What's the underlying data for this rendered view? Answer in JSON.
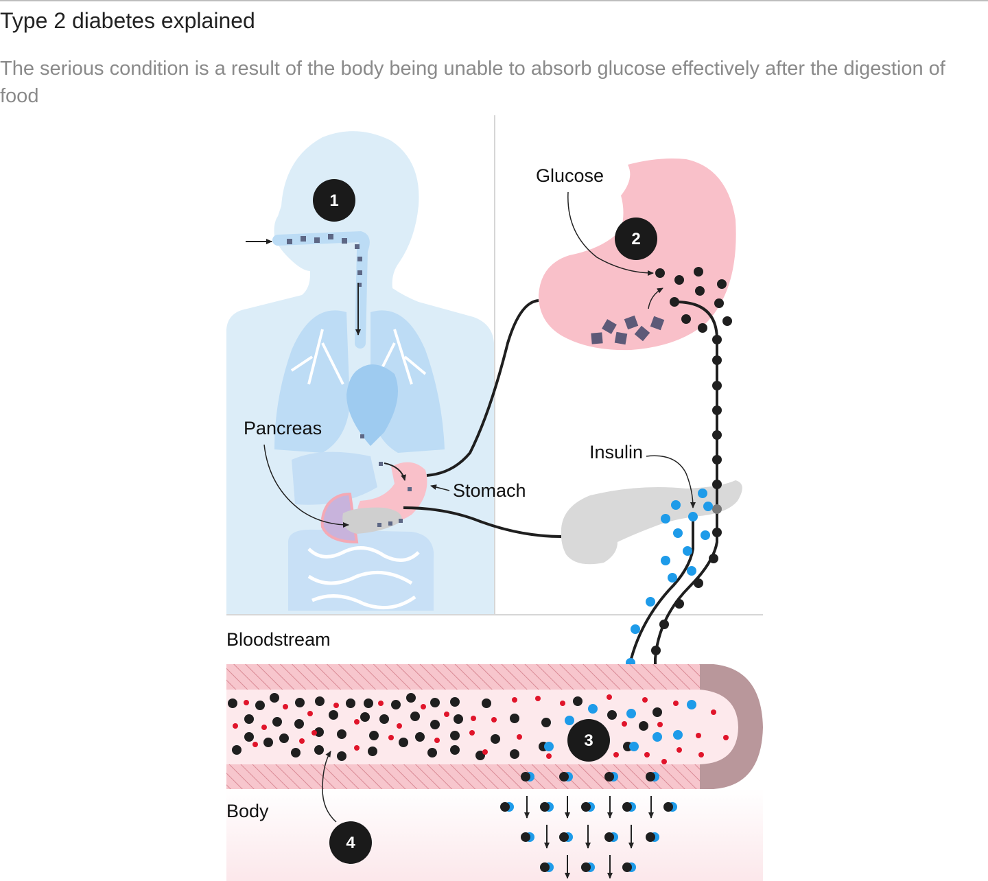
{
  "header": {
    "title": "Type 2 diabetes explained",
    "subtitle": "The serious condition is a result of the body being unable to absorb glucose effectively after the digestion of food"
  },
  "labels": {
    "glucose": "Glucose",
    "pancreas": "Pancreas",
    "stomach": "Stomach",
    "insulin": "Insulin",
    "bloodstream": "Bloodstream",
    "body": "Body"
  },
  "steps": [
    "1",
    "2",
    "3",
    "4"
  ],
  "colors": {
    "body_fill": "#dcedf8",
    "organ_fill": "#c4def5",
    "stomach_fill": "#f9c0c9",
    "pancreas_fill": "#d9d9d9",
    "glucose_dot": "#1f1f1f",
    "insulin_dot": "#1e9be9",
    "red_cell": "#e0142a",
    "vessel_wall": "#f4b8c0",
    "vessel_inner": "#fde9ec",
    "vessel_cap": "#b9979b",
    "marker_fill": "#1a1a1a"
  }
}
